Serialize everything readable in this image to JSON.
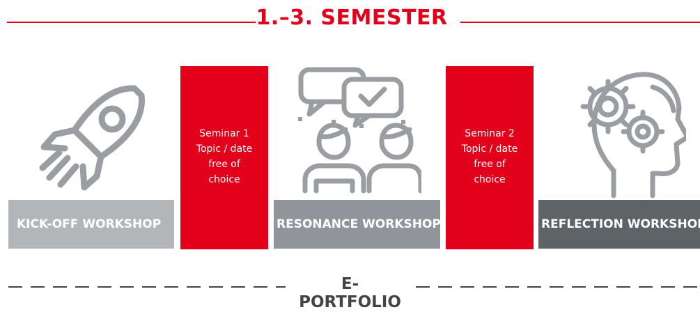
{
  "header": {
    "title": "1.–3. SEMESTER"
  },
  "workshops": [
    {
      "label": "KICK-OFF WORKSHOP",
      "color": "#b3b6b9",
      "icon": "rocket-icon"
    },
    {
      "label": "RESONANCE WORKSHOP",
      "color": "#91949a",
      "icon": "people-chat-icon"
    },
    {
      "label": "REFLECTION WORKSHOP",
      "color": "#5d6366",
      "icon": "head-gears-icon"
    }
  ],
  "seminars": [
    {
      "lines": [
        "Seminar 1",
        "Topic / date",
        "free of",
        "choice"
      ]
    },
    {
      "lines": [
        "Seminar 2",
        "Topic / date",
        "free of",
        "choice"
      ]
    }
  ],
  "footer": {
    "label": "E-PORTFOLIO"
  },
  "colors": {
    "accent": "#e2001a",
    "icon_gray": "#9a9ea2",
    "dash": "#444444"
  }
}
